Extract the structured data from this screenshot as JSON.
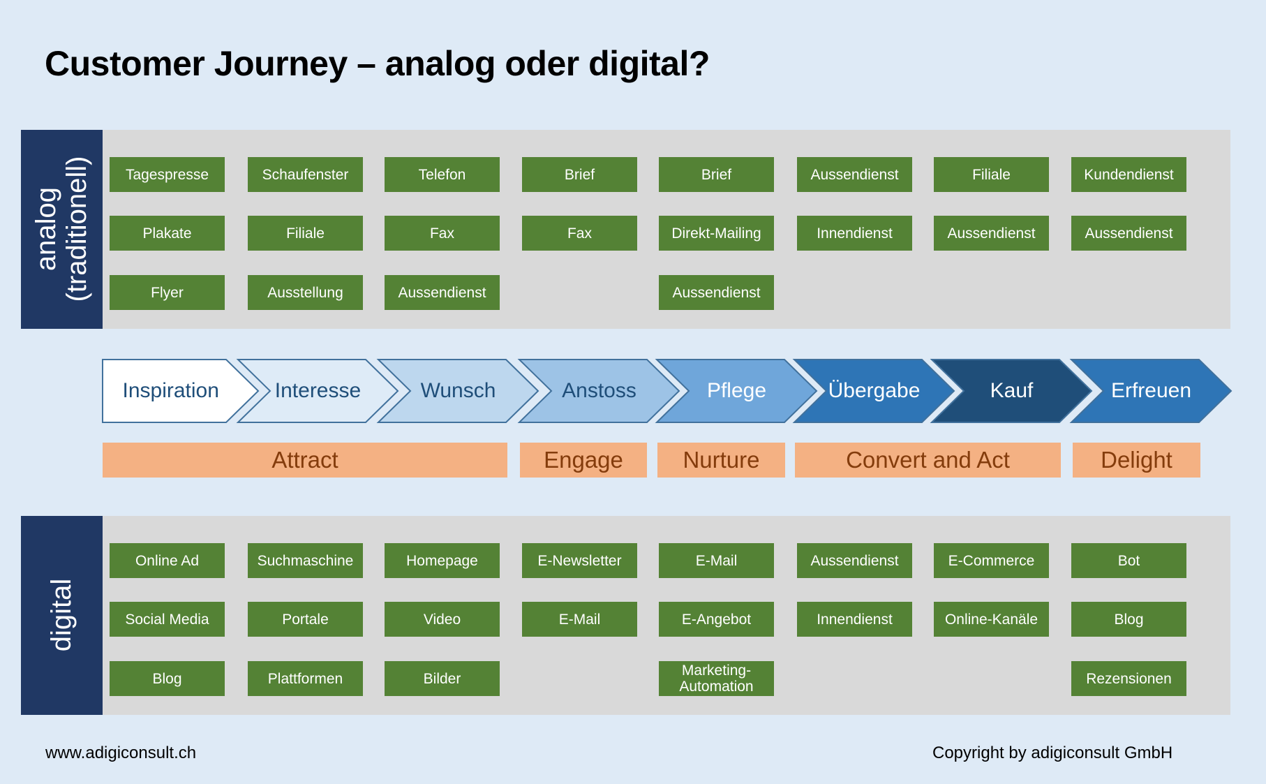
{
  "title": "Customer Journey – analog oder digital?",
  "analog": {
    "label_line1": "analog",
    "label_line2": "(traditionell)",
    "columns": [
      [
        "Tagespresse",
        "Plakate",
        "Flyer"
      ],
      [
        "Schaufenster",
        "Filiale",
        "Ausstellung"
      ],
      [
        "Telefon",
        "Fax",
        "Aussendienst"
      ],
      [
        "Brief",
        "Fax"
      ],
      [
        "Brief",
        "Direkt-Mailing",
        "Aussendienst"
      ],
      [
        "Aussendienst",
        "Innendienst"
      ],
      [
        "Filiale",
        "Aussendienst"
      ],
      [
        "Kundendienst",
        "Aussendienst"
      ]
    ]
  },
  "journey": {
    "stages": [
      {
        "label": "Inspiration",
        "fill": "#FFFFFF",
        "text": "#1F4E79"
      },
      {
        "label": "Interesse",
        "fill": "#DEEBF7",
        "text": "#1F4E79"
      },
      {
        "label": "Wunsch",
        "fill": "#BDD7EE",
        "text": "#1F4E79"
      },
      {
        "label": "Anstoss",
        "fill": "#9DC3E6",
        "text": "#1F4E79"
      },
      {
        "label": "Pflege",
        "fill": "#6FA6DA",
        "text": "#FFFFFF"
      },
      {
        "label": "Übergabe",
        "fill": "#2E75B6",
        "text": "#FFFFFF"
      },
      {
        "label": "Kauf",
        "fill": "#1F4E79",
        "text": "#FFFFFF"
      },
      {
        "label": "Erfreuen",
        "fill": "#2E75B6",
        "text": "#FFFFFF"
      }
    ],
    "phases": [
      {
        "label": "Attract",
        "span": [
          0,
          2
        ]
      },
      {
        "label": "Engage",
        "span": [
          3,
          3
        ]
      },
      {
        "label": "Nurture",
        "span": [
          4,
          4
        ]
      },
      {
        "label": "Convert and Act",
        "span": [
          5,
          6
        ]
      },
      {
        "label": "Delight",
        "span": [
          7,
          7
        ]
      }
    ]
  },
  "digital": {
    "label": "digital",
    "columns": [
      [
        "Online Ad",
        "Social Media",
        "Blog"
      ],
      [
        "Suchmaschine",
        "Portale",
        "Plattformen"
      ],
      [
        "Homepage",
        "Video",
        "Bilder"
      ],
      [
        "E-Newsletter",
        "E-Mail"
      ],
      [
        "E-Mail",
        "E-Angebot",
        "Marketing-\nAutomation"
      ],
      [
        "Aussendienst",
        "Innendienst"
      ],
      [
        "E-Commerce",
        "Online-Kanäle"
      ],
      [
        "Bot",
        "Blog",
        "Rezensionen"
      ]
    ]
  },
  "footer": {
    "website": "www.adigiconsult.ch",
    "copyright": "Copyright by adigiconsult GmbH"
  },
  "colors": {
    "background": "#DEEAF6",
    "panel": "#D9D9D9",
    "label_bg": "#203864",
    "channel_box": "#548235",
    "phase_bg": "#F4B183",
    "phase_text": "#843C0C",
    "chevron_border": "#41719C"
  }
}
